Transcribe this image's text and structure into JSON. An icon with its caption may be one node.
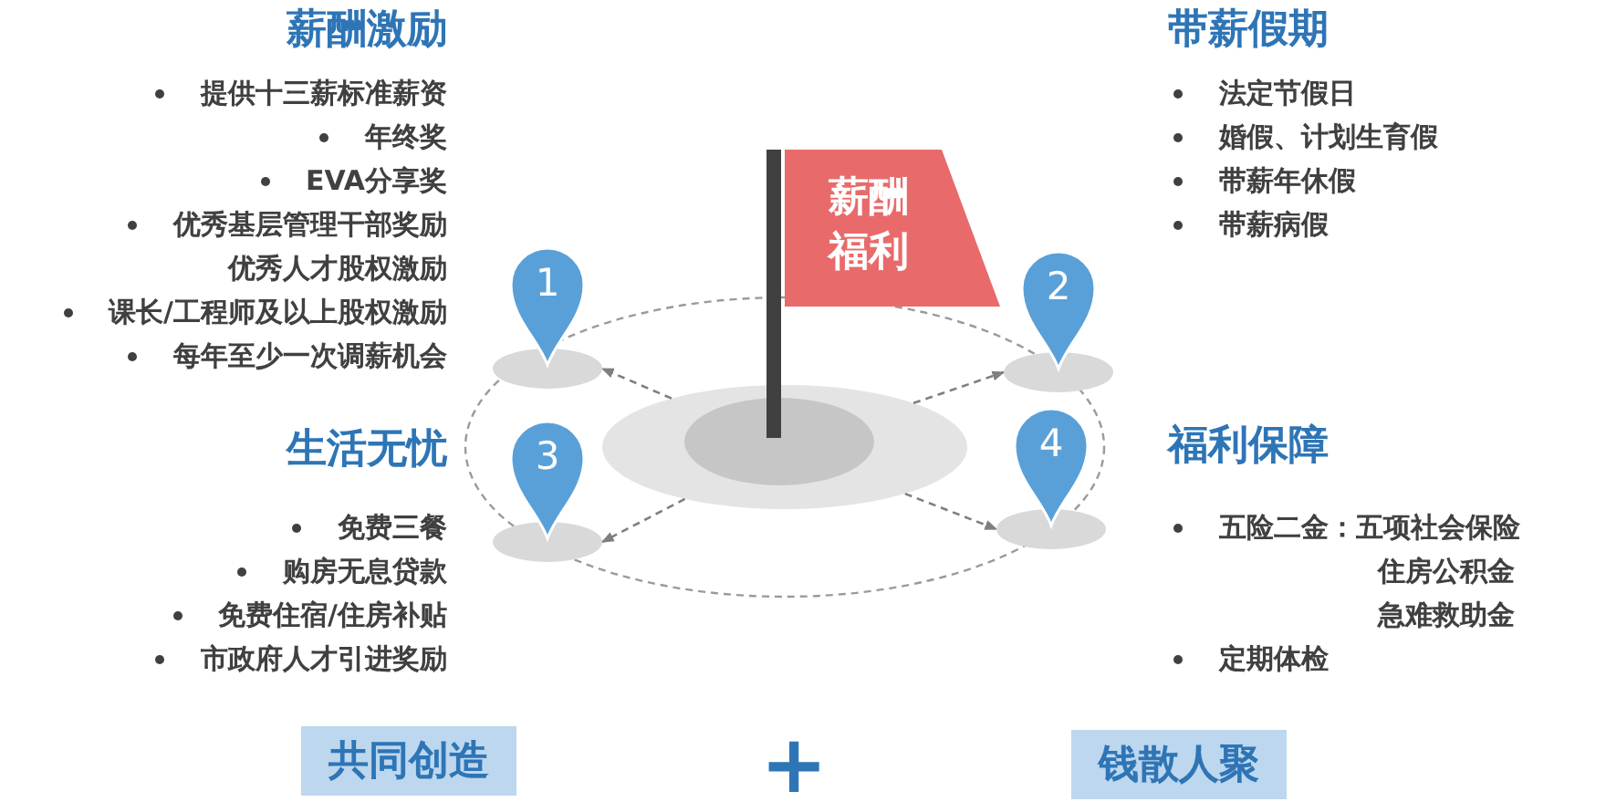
{
  "diagram": {
    "nodes": [
      {
        "text": [
          "薪酬福利"
        ]
      },
      {
        "text": [
          "1"
        ]
      },
      {
        "text": [
          "2"
        ]
      },
      {
        "text": [
          "3"
        ]
      },
      {
        "text": [
          "4"
        ]
      },
      {
        "text": [],
        "shape": "circle"
      },
      {
        "text": [
          "共同创造"
        ]
      },
      {
        "text": [
          "钱散人聚"
        ]
      }
    ],
    "edges": [
      {
        "from": 5,
        "to": 1,
        "arrow": "to",
        "style": "dashed"
      },
      {
        "from": 5,
        "to": 2,
        "arrow": "to",
        "style": "dashed"
      },
      {
        "from": 5,
        "to": 3,
        "arrow": "to",
        "style": "dashed"
      },
      {
        "from": 5,
        "to": 4,
        "arrow": "to",
        "style": "dashed"
      }
    ],
    "labels": [
      "薪酬激励",
      "提供十三薪标准薪资",
      "年终奖",
      "EVA分享奖",
      "优秀基层管理干部奖励",
      "优秀人才股权激励",
      "课长/工程师及以上股权激励",
      "每年至少一次调薪机会",
      "带薪假期",
      "法定节假日",
      "婚假、计划生育假",
      "带薪年休假",
      "带薪病假",
      "生活无忧",
      "免费三餐",
      "购房无息贷款",
      "免费住宿/住房补贴",
      "市政府人才引进奖励",
      "福利保障",
      "五险二金：五项社会保险",
      "住房公积金",
      "急难救助金",
      "定期体检",
      "+"
    ]
  }
}
